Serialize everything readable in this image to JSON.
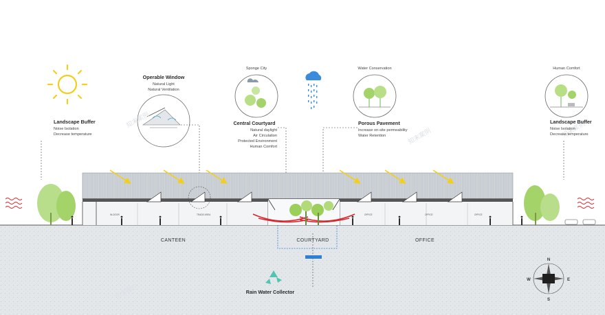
{
  "landscape_buffer_left": {
    "title": "Landscape Buffer",
    "lines": [
      "Noise Isolation",
      "Decrease temperature"
    ]
  },
  "landscape_buffer_right": {
    "title": "Landscape Buffer",
    "lines": [
      "Noise Isolation",
      "Decrease temperature"
    ]
  },
  "operable_window": {
    "title": "Operable Window",
    "lines": [
      "Natural Light",
      "Natural Ventilation"
    ]
  },
  "sponge_city": {
    "label": "Sponge City"
  },
  "central_courtyard": {
    "title": "Central Courtyard",
    "lines": [
      "Natural daylight",
      "Air Circulation",
      "Protected Environment",
      "Human Comfort"
    ]
  },
  "water_conservation": {
    "label": "Water Conservation"
  },
  "porous_pavement": {
    "title": "Porous Pavement",
    "lines": [
      "Increase on-site permeability",
      "Water Retention"
    ]
  },
  "human_comfort": {
    "label": "Human Comfort"
  },
  "zones": {
    "canteen": "CANTEEN",
    "courtyard": "COURTYARD",
    "office": "OFFICE"
  },
  "rain_collector": {
    "label": "Rain Water Collector"
  },
  "compass": {
    "n": "N",
    "s": "S",
    "e": "E",
    "w": "W"
  },
  "colors": {
    "sun": "#f2cf1d",
    "roof": "#c9ced3",
    "ground": "#dde2e6",
    "red": "#d8262c",
    "blue": "#2f7fd6",
    "tree": "#a4d36a"
  }
}
